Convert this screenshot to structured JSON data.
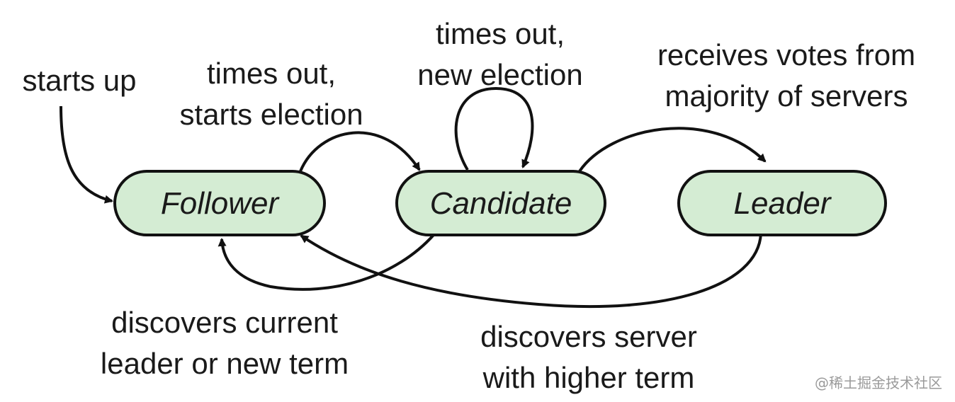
{
  "states": {
    "follower": "Follower",
    "candidate": "Candidate",
    "leader": "Leader"
  },
  "transitions": {
    "start": [
      "starts up"
    ],
    "follower_to_candidate": [
      "times out,",
      "starts election"
    ],
    "candidate_self": [
      "times out,",
      "new election"
    ],
    "candidate_to_leader": [
      "receives votes from",
      "majority of servers"
    ],
    "candidate_to_follower": [
      "discovers current",
      "leader or new term"
    ],
    "leader_to_follower": [
      "discovers server",
      "with higher term"
    ]
  },
  "watermark": "@稀土掘金技术社区",
  "colors": {
    "state_fill": "#d4ecd3",
    "stroke": "#111111",
    "text": "#1a1a1a",
    "watermark": "#9a9a9a"
  }
}
